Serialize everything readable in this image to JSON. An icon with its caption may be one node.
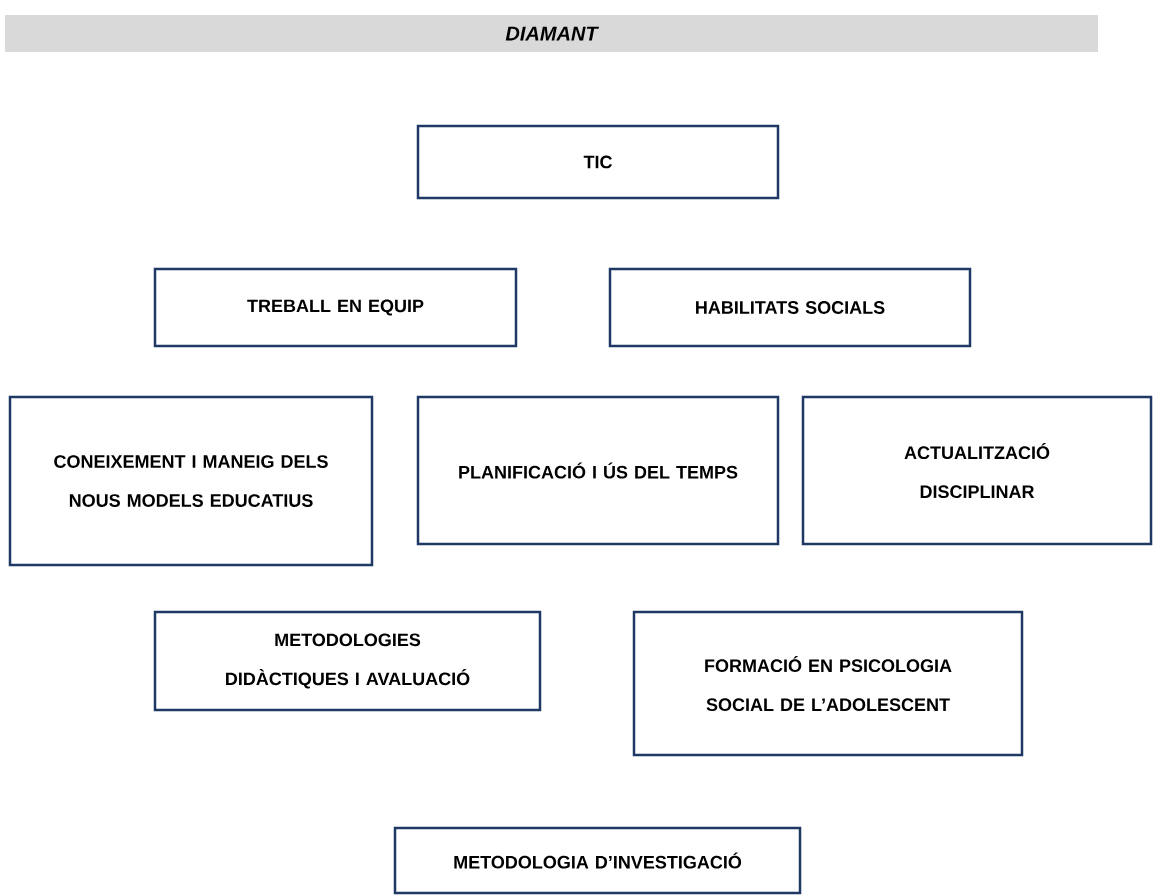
{
  "diagram": {
    "title": "DIAMANT",
    "nodes": [
      {
        "text": [
          "TIC"
        ]
      },
      {
        "text": [
          "TREBALL EN EQUIP"
        ]
      },
      {
        "text": [
          "HABILITATS SOCIALS"
        ]
      },
      {
        "text": [
          "CONEIXEMENT I MANEIG DELS NOUS MODELS EDUCATIUS"
        ]
      },
      {
        "text": [
          "PLANIFICACIÓ I ÚS DEL TEMPS"
        ]
      },
      {
        "text": [
          "ACTUALITZACIÓ DISCIPLINAR"
        ]
      },
      {
        "text": [
          "METODOLOGIES DIDÀCTIQUES I AVALUACIÓ"
        ]
      },
      {
        "text": [
          "FORMACIÓ EN PSICOLOGIA SOCIAL DE L’ADOLESCENT"
        ]
      },
      {
        "text": [
          "METODOLOGIA D’INVESTIGACIÓ"
        ]
      }
    ]
  }
}
